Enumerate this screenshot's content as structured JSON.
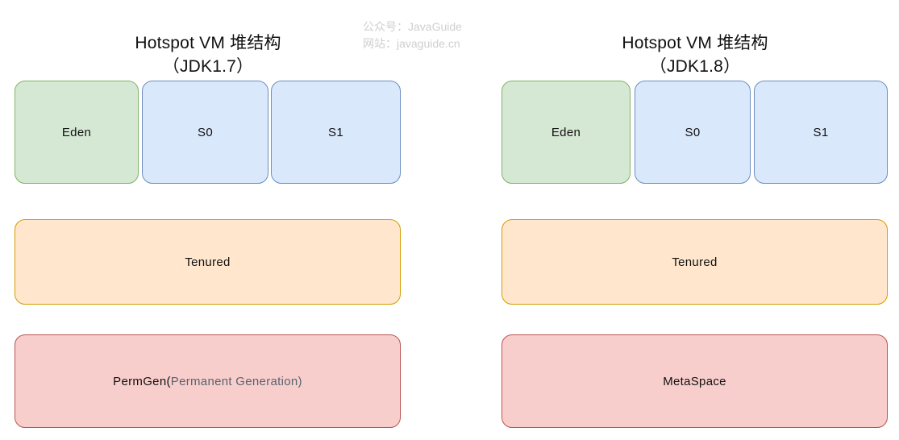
{
  "diagram": {
    "title_left_line1": "Hotspot VM  堆结构",
    "title_left_line2": "（JDK1.7）",
    "title_right_line1": "Hotspot VM  堆结构",
    "title_right_line2": "（JDK1.8）",
    "watermark_line1": "公众号：JavaGuide",
    "watermark_line2": "网站：javaguide.cn",
    "colors": {
      "green_fill": "#d5e8d4",
      "green_stroke": "#82b366",
      "blue_fill": "#dae8fc",
      "blue_stroke": "#6c8ebf",
      "orange_fill": "#ffe6cc",
      "orange_stroke": "#d79b00",
      "red_fill": "#f8cecc",
      "red_stroke": "#b85450",
      "text": "#111111",
      "muted_text": "#58636f",
      "watermark": "#cfcfcf",
      "background": "#ffffff"
    },
    "left_column": {
      "young_gen": [
        {
          "label": "Eden",
          "color": "green"
        },
        {
          "label": "S0",
          "color": "blue"
        },
        {
          "label": "S1",
          "color": "blue"
        }
      ],
      "old_gen": {
        "label": "Tenured",
        "color": "orange"
      },
      "perm_area": {
        "label_primary": "PermGen(",
        "label_secondary": "Permanent Generation)",
        "color": "red"
      }
    },
    "right_column": {
      "young_gen": [
        {
          "label": "Eden",
          "color": "green"
        },
        {
          "label": "S0",
          "color": "blue"
        },
        {
          "label": "S1",
          "color": "blue"
        }
      ],
      "old_gen": {
        "label": "Tenured",
        "color": "orange"
      },
      "perm_area": {
        "label_primary": "MetaSpace",
        "color": "red"
      }
    }
  }
}
